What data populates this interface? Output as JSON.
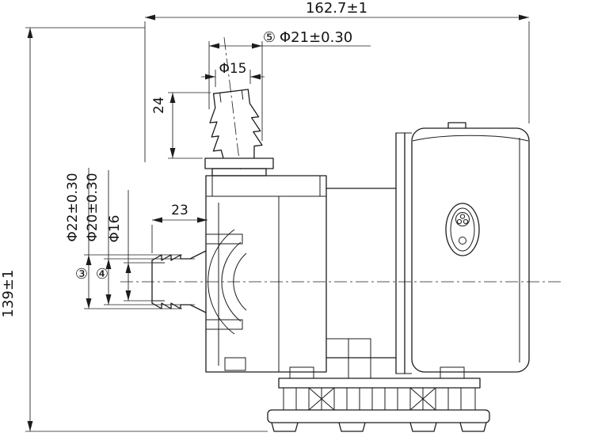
{
  "page": {
    "background": "#ffffff",
    "ink": "#1c1c1c"
  },
  "drawing": {
    "kind": "engineering dimension drawing",
    "subject": "water pump side elevation",
    "dimensions": {
      "overall_width": "162.7±1",
      "overall_height": "139±1",
      "outlet_barb_dia": "Φ21±0.30",
      "outlet_tip_dia": "Φ15",
      "outlet_length": "24",
      "inlet_length": "23",
      "inlet_barb_dia": "Φ22±0.30",
      "inlet_tube_dia": "Φ20±0.30",
      "inlet_bore_dia": "Φ16"
    },
    "callouts": {
      "outlet_barb": "⑤",
      "inlet_barb": "③",
      "inlet_tube": "④"
    }
  }
}
